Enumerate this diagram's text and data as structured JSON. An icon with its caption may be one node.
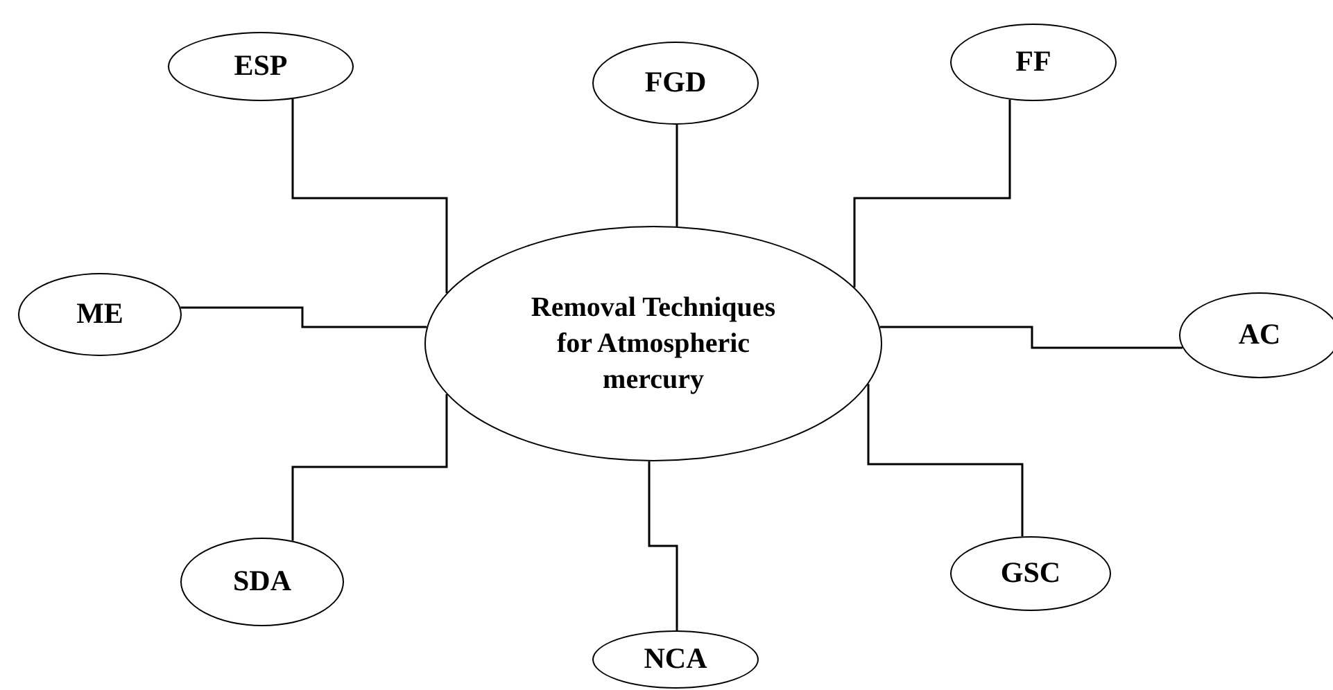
{
  "diagram": {
    "nodes": [
      {
        "text": [
          "ESP"
        ]
      },
      {
        "text": [
          "FGD"
        ]
      },
      {
        "text": [
          "FF"
        ]
      },
      {
        "text": [
          "ME"
        ]
      },
      {
        "text": [
          "Removal Techniques for Atmospheric mercury"
        ]
      },
      {
        "text": [
          "AC"
        ]
      },
      {
        "text": [
          "SDA"
        ]
      },
      {
        "text": [
          "GSC"
        ]
      },
      {
        "text": [
          "NCA"
        ]
      }
    ],
    "edges": [
      {
        "from": 4,
        "to": 0,
        "arrow": "none"
      },
      {
        "from": 4,
        "to": 1,
        "arrow": "none"
      },
      {
        "from": 4,
        "to": 2,
        "arrow": "none"
      },
      {
        "from": 4,
        "to": 3,
        "arrow": "none"
      },
      {
        "from": 4,
        "to": 5,
        "arrow": "none"
      },
      {
        "from": 4,
        "to": 6,
        "arrow": "none"
      },
      {
        "from": 4,
        "to": 7,
        "arrow": "none"
      },
      {
        "from": 4,
        "to": 8,
        "arrow": "none"
      }
    ]
  }
}
